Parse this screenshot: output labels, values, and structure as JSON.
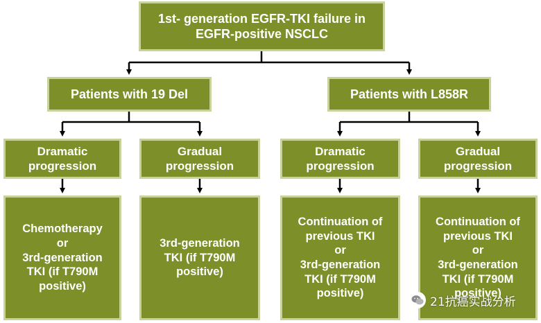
{
  "root": {
    "label": "1st- generation EGFR-TKI failure in\nEGFR-positive NSCLC"
  },
  "branches": [
    {
      "label": "Patients with 19 Del",
      "children": [
        {
          "label": "Dramatic\nprogression",
          "treatment": "Chemotherapy\nor\n3rd-generation\nTKI (if T790M\npositive)"
        },
        {
          "label": "Gradual\nprogression",
          "treatment": "3rd-generation\nTKI (if T790M\npositive)"
        }
      ]
    },
    {
      "label": "Patients with L858R",
      "children": [
        {
          "label": "Dramatic\nprogression",
          "treatment": "Continuation of\nprevious TKI\nor\n3rd-generation\nTKI (if T790M\npositive)"
        },
        {
          "label": "Gradual\nprogression",
          "treatment": "Continuation of\nprevious TKI\nor\n3rd-generation\nTKI (if T790M\npositive)"
        }
      ]
    }
  ],
  "watermark": {
    "text": "21抗癌实战分析",
    "icon": "wechat-icon"
  },
  "colors": {
    "box_fill": "#7d8f28",
    "box_border": "#c9d29a",
    "text": "#ffffff",
    "connector": "#000000"
  }
}
